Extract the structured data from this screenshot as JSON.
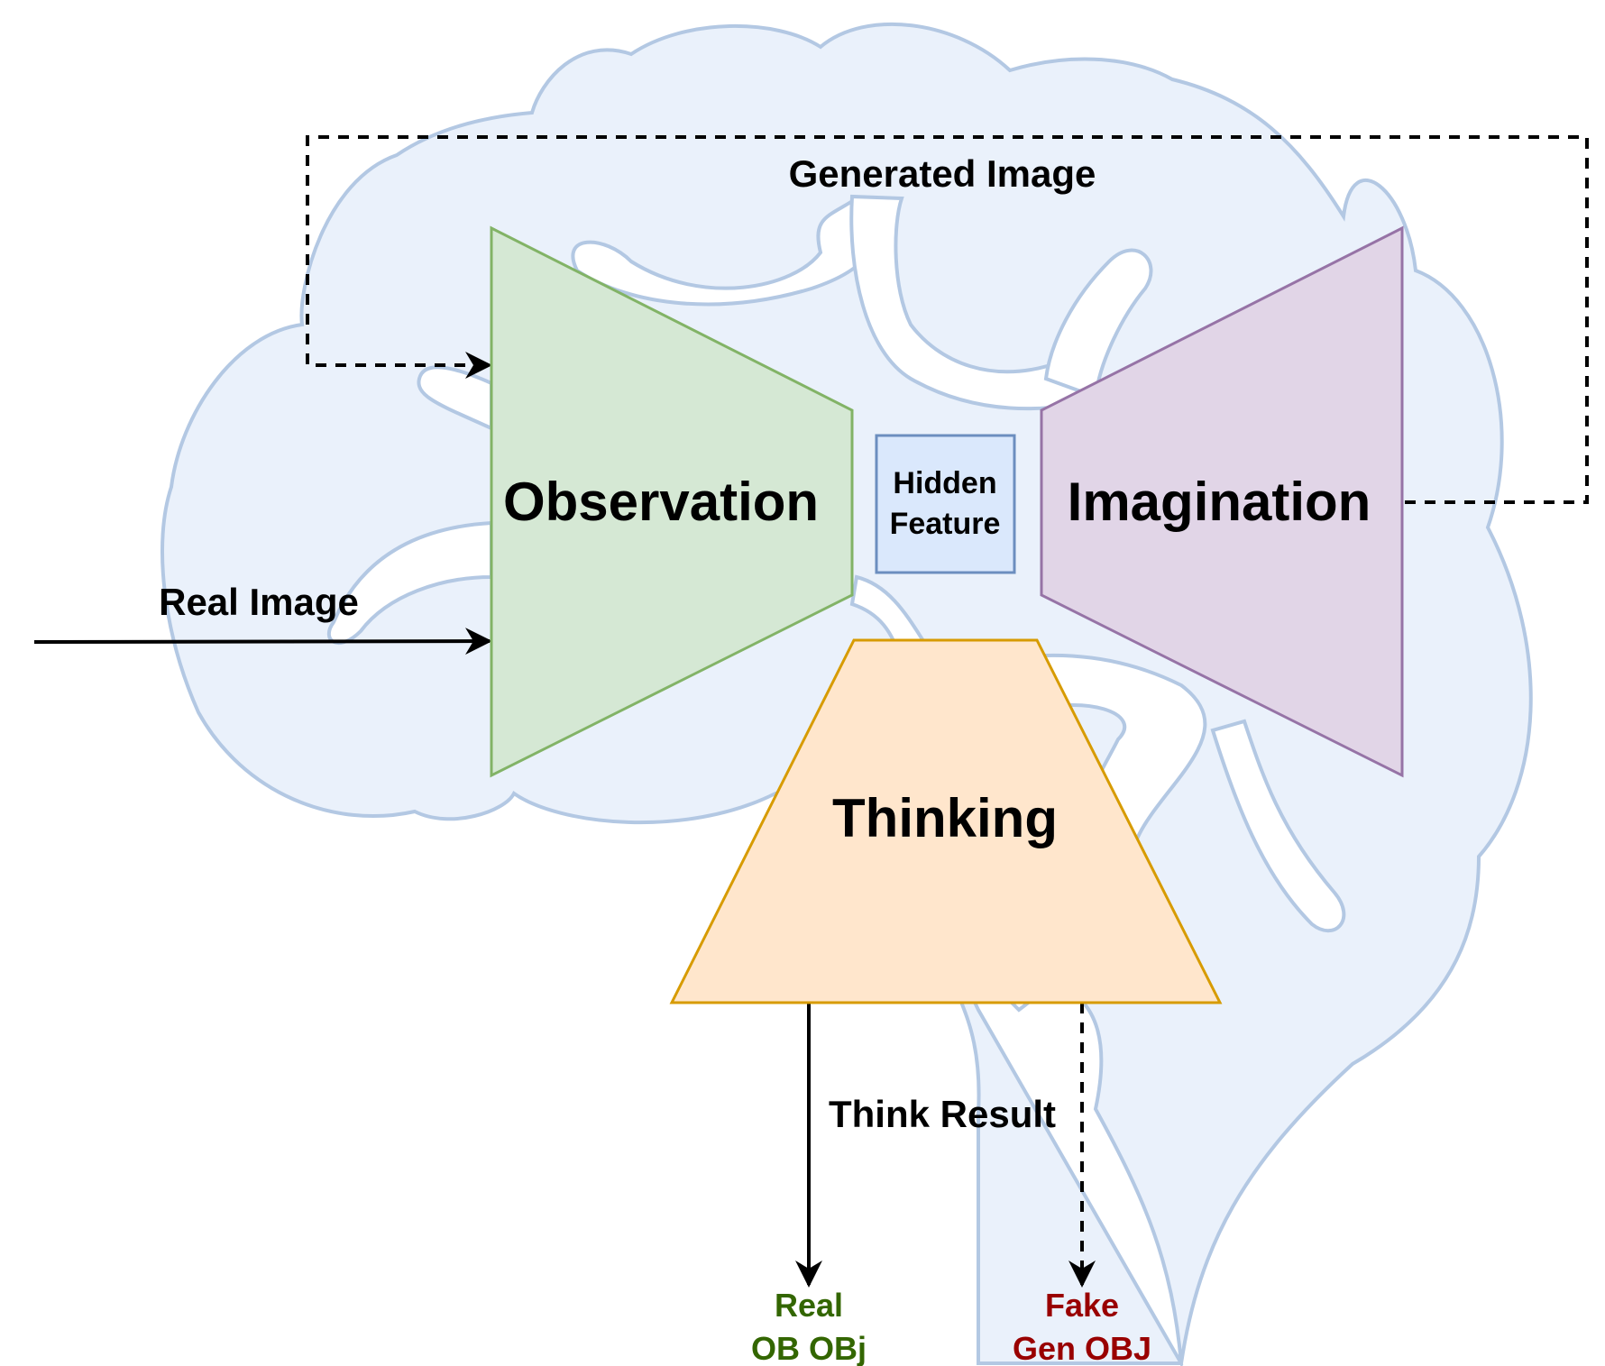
{
  "diagram": {
    "background": {
      "icon": "brain-icon",
      "fill": "#eaf1fb",
      "stroke": "#b3c8e3"
    },
    "nodes": {
      "observation": {
        "label": "Observation",
        "fill": "#d5e8d4",
        "stroke": "#82b366"
      },
      "hidden_feature": {
        "label_line1": "Hidden",
        "label_line2": "Feature",
        "fill": "#dae8fc",
        "stroke": "#6c8ebf"
      },
      "imagination": {
        "label": "Imagination",
        "fill": "#e1d5e7",
        "stroke": "#9673a6"
      },
      "thinking": {
        "label": "Thinking",
        "fill": "#ffe6cc",
        "stroke": "#d79b00"
      }
    },
    "edges": {
      "real_image": {
        "label": "Real Image"
      },
      "generated_image": {
        "label": "Generated Image"
      },
      "think_result": {
        "label": "Think Result"
      }
    },
    "outputs": {
      "real": {
        "line1": "Real",
        "line2": "OB OBj",
        "color": "#336600"
      },
      "fake": {
        "line1": "Fake",
        "line2": "Gen OBJ",
        "color": "#990000"
      }
    }
  }
}
